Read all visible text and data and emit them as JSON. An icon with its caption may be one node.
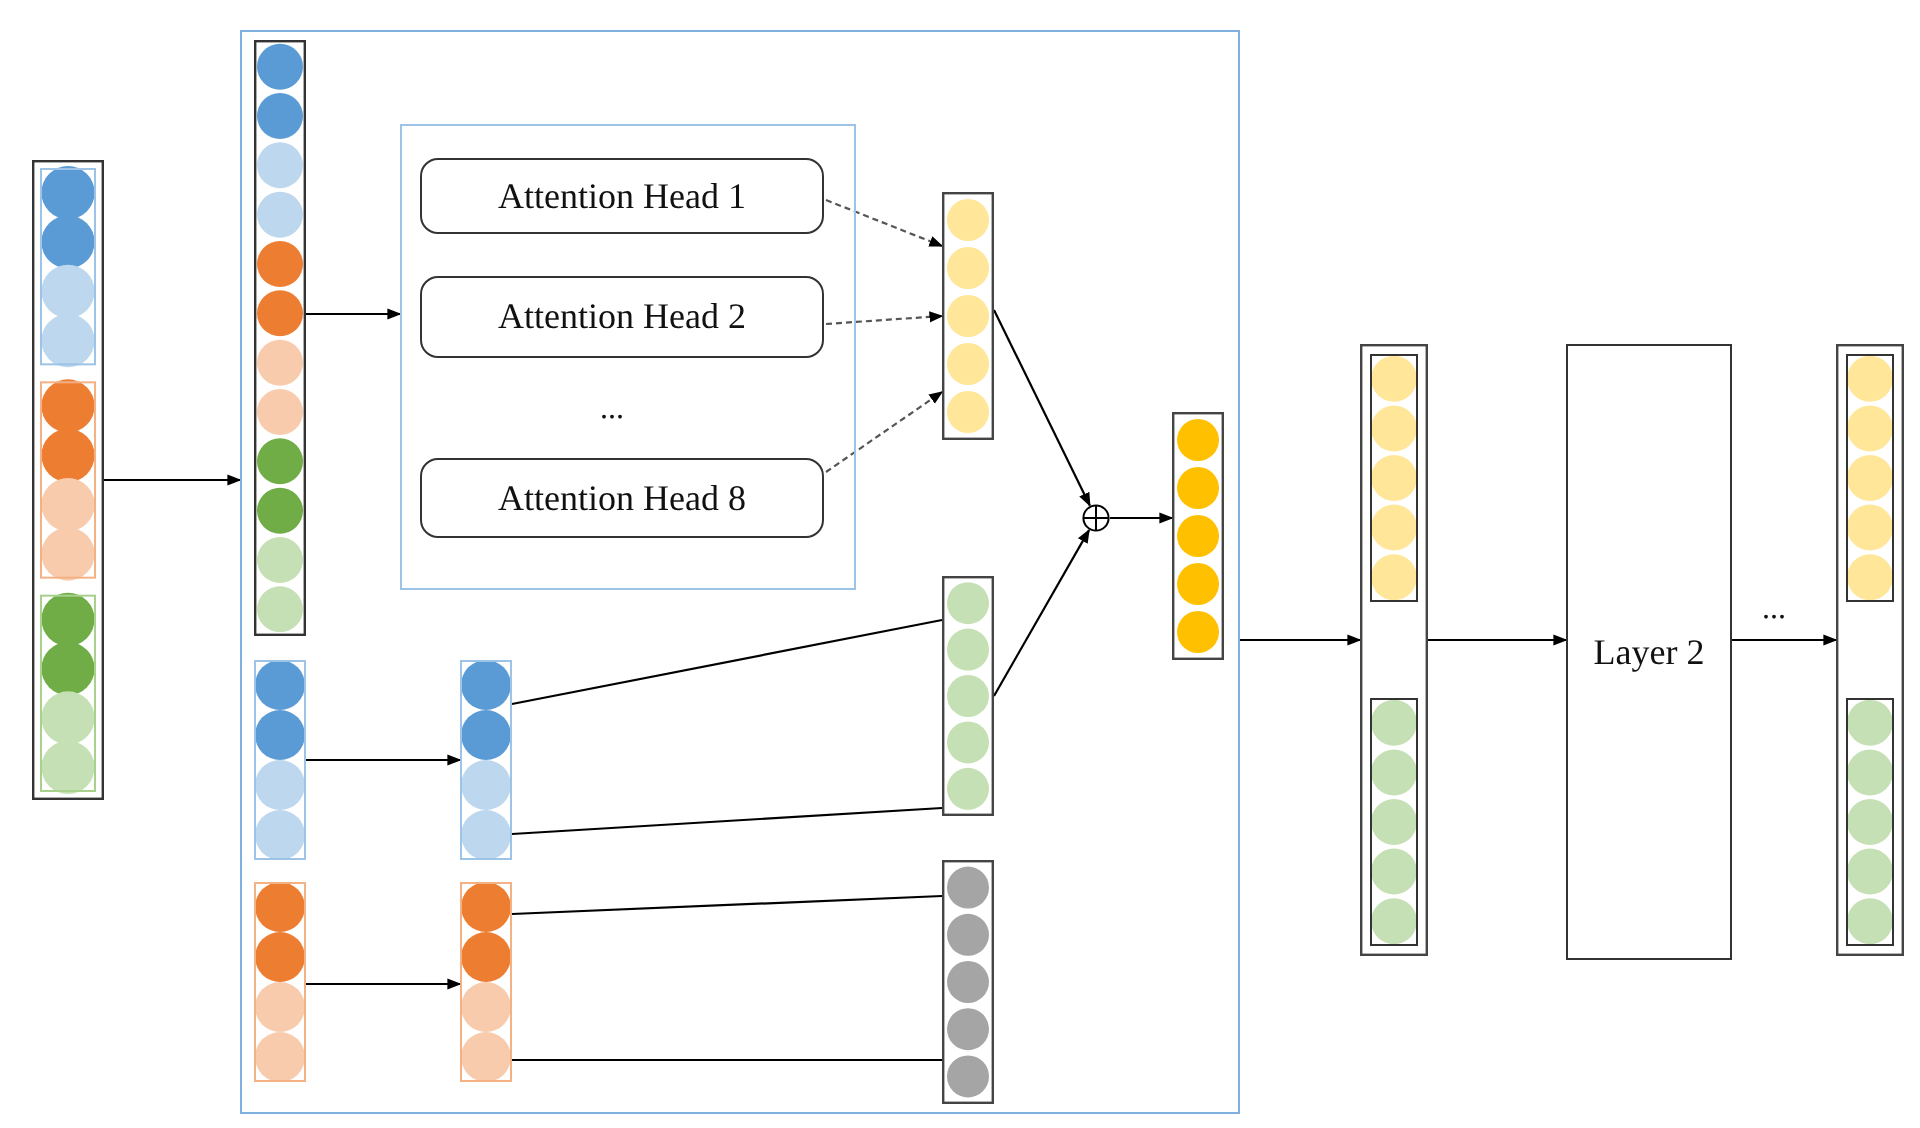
{
  "diagram": {
    "nodes": [
      {
        "text": [],
        "shape": "bar"
      },
      {
        "text": [],
        "shape": "box"
      },
      {
        "text": [],
        "shape": "bar",
        "in": 1
      },
      {
        "text": [],
        "shape": "box",
        "in": 1
      },
      {
        "text": [
          "Attention Head 1"
        ],
        "in": 3
      },
      {
        "text": [
          "Attention Head 2"
        ],
        "in": 3
      },
      {
        "text": [
          "Attention Head 8"
        ],
        "in": 3
      },
      {
        "text": [],
        "shape": "bar",
        "in": 1
      },
      {
        "text": [],
        "shape": "bar",
        "in": 1
      },
      {
        "text": [],
        "shape": "bar",
        "in": 1
      },
      {
        "text": [],
        "shape": "bar",
        "in": 1
      },
      {
        "text": [],
        "shape": "bar",
        "in": 1
      },
      {
        "text": [],
        "shape": "bar",
        "in": 1
      },
      {
        "text": [],
        "shape": "bar",
        "in": 1
      },
      {
        "text": [],
        "shape": "circle",
        "in": 1
      },
      {
        "text": [],
        "shape": "bar",
        "in": 1
      },
      {
        "text": [],
        "shape": "bar"
      },
      {
        "text": [
          "Layer 2"
        ]
      },
      {
        "text": [],
        "shape": "bar"
      }
    ],
    "edges": [
      {
        "from": 0,
        "to": 1,
        "arrow": "to"
      },
      {
        "from": 2,
        "to": 3,
        "arrow": "to"
      },
      {
        "from": 4,
        "to": 7,
        "arrow": "to",
        "style": "dashed"
      },
      {
        "from": 5,
        "to": 7,
        "arrow": "to",
        "style": "dashed"
      },
      {
        "from": 6,
        "to": 7,
        "arrow": "to",
        "style": "dashed"
      },
      {
        "from": 7,
        "to": 14,
        "arrow": "to"
      },
      {
        "from": 10,
        "to": 14,
        "arrow": "to"
      },
      {
        "from": 14,
        "to": 15,
        "arrow": "to"
      },
      {
        "from": 8,
        "to": 9,
        "arrow": "to"
      },
      {
        "from": 9,
        "to": 10,
        "arrow": "none"
      },
      {
        "from": 9,
        "to": 10,
        "arrow": "none"
      },
      {
        "from": 11,
        "to": 12,
        "arrow": "to"
      },
      {
        "from": 12,
        "to": 13,
        "arrow": "none"
      },
      {
        "from": 12,
        "to": 13,
        "arrow": "none"
      },
      {
        "from": 1,
        "to": 16,
        "arrow": "to"
      },
      {
        "from": 16,
        "to": 17,
        "arrow": "to"
      },
      {
        "from": 17,
        "to": 18,
        "arrow": "to",
        "label": "..."
      }
    ],
    "labels": [
      "..."
    ]
  }
}
